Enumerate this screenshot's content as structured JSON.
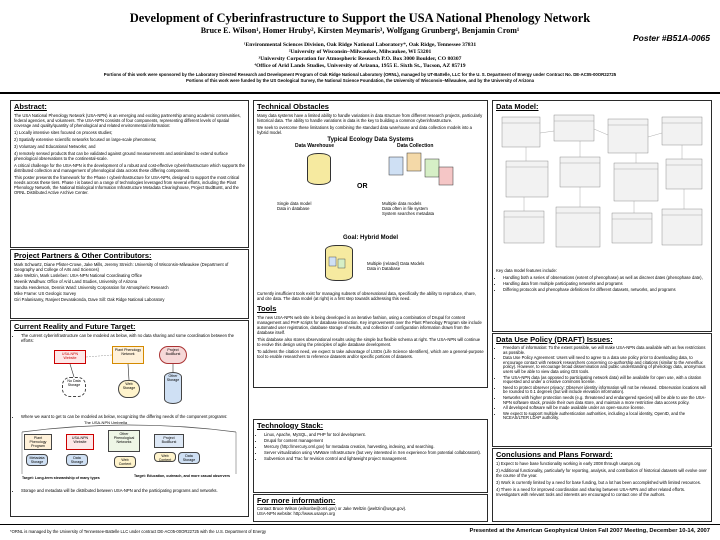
{
  "header": {
    "title": "Development of Cyberinfrastructure to Support the USA National Phenology Network",
    "authors": "Bruce E. Wilson¹, Homer Hruby², Kirsten Meymaris³, Wolfgang Grunberg⁴, Benjamin Crom¹",
    "poster_id": "Poster #B51A-0065",
    "affiliations": [
      "¹Environmental Sciences Division, Oak Ridge National Laboratory*, Oak Ridge, Tennessee 37831",
      "²University of Wisconsin–Milwaukee, Milwaukee, WI 53201",
      "³University Corporation for Atmospheric Research P.O. Box 3000 Boulder, CO 80307",
      "⁴Office of Arid Lands Studies, University of Arizona, 1955 E. Sixth St., Tucson, AZ 85719"
    ],
    "funding": [
      "Portions of this work were sponsored by the Laboratory Directed Research and Development Program of Oak Ridge National Laboratory (ORNL), managed by UT-Battelle, LLC for the U. S. Department of Energy under Contract No. DE-AC05-00OR22725",
      "Portions of this work were funded by the US Geological Survey, the National Science Foundation, the University of Wisconsin–Milwaukee, and by the University of Arizona"
    ]
  },
  "abstract": {
    "heading": "Abstract:",
    "p1": "The USA National Phenology Network (USA-NPN) is an emerging and exciting partnership among academic communities, federal agencies, and volunteers. The USA-NPN consists of four components, representing different levels of spatial coverage and quality/quantity of phenological and related environmental information:",
    "items": [
      "1) Locally intensive sites focused on process studies;",
      "2) Spatially extensive scientific networks focused on large-scale phenomena;",
      "3) Voluntary and Educational Networks; and",
      "4) remotely sensed products that can be validated against ground measurements and assimilated to extend surface phenological observations to the continental-scale."
    ],
    "p2": "A critical challenge for the USA-NPN is the development of a robust and cost-effective cyberinfrastructure which supports the distributed collection and management of phenological data across these differing components.",
    "p3": "This poster presents the framework for the Phase I cyberinfrastructure for USA-NPN, designed to support the most critical needs across these tiers. Phase I is based on a range of technologies leveraged from several efforts, including the Plant Phenology Network, the National Biological Information Infrastructure Metadata Clearinghouse, Project BudBurst, and the ORNL Distributed Active Archive Center."
  },
  "partners": {
    "heading": "Project Partners & Other Contributors:",
    "items": [
      "Mark Schwartz, Diane Pfister-Crowe, Jake Mills, Jeremy Streich: University of Wisconsin-Milwaukee (Department of Geography and College of Arts and Sciences)",
      "Jake Weltzin, Mark Losleben: USA-NPN National Coordinating Office",
      "Meenik Wadhwa: Office of Arid Land Studies, University of Arizona",
      "Sandra Henderson, Dennis Ward: University Corporation for Atmospheric Research",
      "Mike Frame: US Geologic Survey",
      "Giri Palanisamy, Ranjeet Devarakonda, Dave Sill: Oak Ridge National Laboratory"
    ]
  },
  "current": {
    "heading": "Current Reality and Future Target:",
    "b1": "The current cyberinfrastructure can be modeled as below, with no data sharing and some coordination between the efforts:",
    "diagram1": {
      "npn_site": "USA-NPN Website",
      "ppn": "Plant Phenology Network",
      "budburst": "Project BudBurst",
      "no_data": "No Data Storage",
      "web_storage": "Web Storage",
      "other": "Other Storage"
    },
    "b2": "Where we want to get to can be modeled as below, recognizing the differing needs of the component programs:",
    "diagram2": {
      "umbrella": "The USA-NPN Umbrella",
      "ppn": "Plant Phenology Program",
      "npn": "USA-NPN Website",
      "other": "Other Phenological Networks",
      "budburst": "Project BudBurst",
      "metadata": "Metadata Storage",
      "data": "Data Storage",
      "webcontent": "Web Content",
      "webstorage": "Web Content",
      "datastorage": "Data Storage",
      "caption1": "Target: Long-term stewardship of many types",
      "caption2": "Target: Education, outreach, and more casual observers"
    },
    "b3": "Storage and metadata will be distributed between USA-NPN and the participating programs and networks."
  },
  "technical": {
    "heading": "Technical Obstacles",
    "p1": "Many data systems have a limited ability to handle variations in data structure from different research projects, particularly historical data. The ability to handle variations in data is the key to building a common cyberinfrastructure.",
    "p2": "We seek to overcome these limitations by combining the standard data warehouse and data collection models into a hybrid model.",
    "ecology_title": "Typical Ecology Data Systems",
    "warehouse": "Data Warehouse",
    "collection": "Data Collection",
    "or": "OR",
    "single": "Single data model\nData in database",
    "multiple": "Multiple data models\nData often in file system\nSystem searches metadata",
    "goal": "Goal: Hybrid Model",
    "hybrid": "Multiple (related) Data Models\nData in Database",
    "p3": "Currently insufficient tools exist for managing subsets of observational data, specifically the ability to reproduce, share, and cite data. The data model (at right) is a first step towards addressing this need."
  },
  "tools": {
    "heading": "Tools",
    "p1": "The new USA-NPN web site is being developed in an iterative fashion, using a combination of Drupal for content management and PHP scripts for database interaction. Key improvements over the Plant Phenology Program site include automated user registration, database storage of results, and collection of configuration information drawn from the database itself.",
    "p2": "This database also stores observational results using the simple but flexible schema at right. The USA-NPN will continue to evolve this design using the principles of agile database development.",
    "p3": "To address the citation need, we expect to take advantage of LSIDs (Life Science Identifiers), which are a general-purpose tool to enable researchers to reference datasets and/or specific portions of datasets."
  },
  "techsurvey": {
    "heading": "Technology Stack:",
    "items": [
      "Linux, Apache, MySQL, and PHP for tool development.",
      "Drupal for content management",
      "Mercury (http://mercury.ornl.gov) for metadata creation, harvesting, indexing, and searching.",
      "Server virtualization using VMWare Infrastructure (but very interested in Xen experience from potential collaborators).",
      "Subversion and Trac for revision control and lightweight project management."
    ]
  },
  "info": {
    "heading": "For more information:",
    "line1": "Contact Bruce Wilson (wilsonbe@ornl.gov) or Jake Weltzin (jweltzin@usgs.gov).",
    "line2": "USA-NPN website: http://www.usanpn.org"
  },
  "datamodel": {
    "heading": "Data Model:",
    "features_title": "Key data model features include:",
    "items": [
      "Handling both a series of observations (extent of phenophase) as well as discreet dates (phenophase date),",
      "Handling data from multiple participating networks and programs",
      "Differing protocols and phenophase definitions for different datasets, networks, and programs"
    ]
  },
  "policy": {
    "heading": "Data Use Policy (DRAFT) Issues:",
    "items": [
      "Freedom of information: To the extent possible, we will make USA-NPN data available with as few restrictions as possible.",
      "Data Use Policy Agreement: Users will need to agree to a data use policy prior to downloading data, to encourage contact with network researchers concerning co-authorship and citations (similar to the Ameriflux policy). However, to encourage broad dissemination and public understanding of phenology data, anonymous users will be able to view data using GIS tools.",
      "The USA-NPN data (as opposed to participating network data) will be available for open use, with a citation requested and under a creative commons license.",
      "Need to protect observer privacy: Observer identity information will not be released. Observation locations will be rounded to 0.1 degrees (but will include elevation information).",
      "Networks with higher protection needs (e.g. threatened and endangered species) will be able to use the USA-NPN software stack, provide their own data store, and maintain a more restrictive data access policy.",
      "All developed software will be made available under an open-source license.",
      "We expect to support multiple authentication authorities, including a local identity, OpenID, and the NCEAS/LTER LDAP authority."
    ]
  },
  "conclusions": {
    "heading": "Conclusions and Plans Forward:",
    "items": [
      "1) Expect to have base functionality working in early 2008 through usanpn.org",
      "2) Additional functionality, particularly for reporting, analysis, and contribution of historical datasets will evolve over the course of the year.",
      "3) Work is currently limited by a need for base funding, but a lot has been accomplished with limited resources.",
      "4) There is a need for improved coordination and sharing between USA-NPN and other related efforts. Investigators with relevant tools and interests are encouraged to contact one of the authors."
    ]
  },
  "footer": {
    "left": "*ORNL is managed by the University of Tennessee-Battelle LLC under contract DE-AC05-00OR22725 with the U.S. Department of Energy",
    "right": "Presented at the American Geophysical Union Fall 2007 Meeting, December 10-14, 2007"
  }
}
